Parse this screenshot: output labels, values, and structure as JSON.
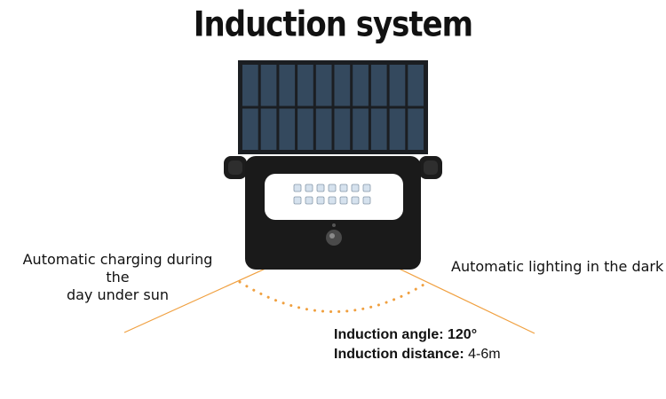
{
  "title": "Induction system",
  "labels": {
    "left_line1": "Automatic charging during the",
    "left_line2": "day under sun",
    "right": "Automatic lighting in the dark"
  },
  "specs": {
    "angle_label": "Induction angle:",
    "angle_value": "120°",
    "distance_label": "Induction distance:",
    "distance_value": "4-6m"
  },
  "colors": {
    "accent": "#f0a040",
    "panel_cell": "#34495e",
    "housing": "#1a1a1a"
  },
  "led_count": 14
}
